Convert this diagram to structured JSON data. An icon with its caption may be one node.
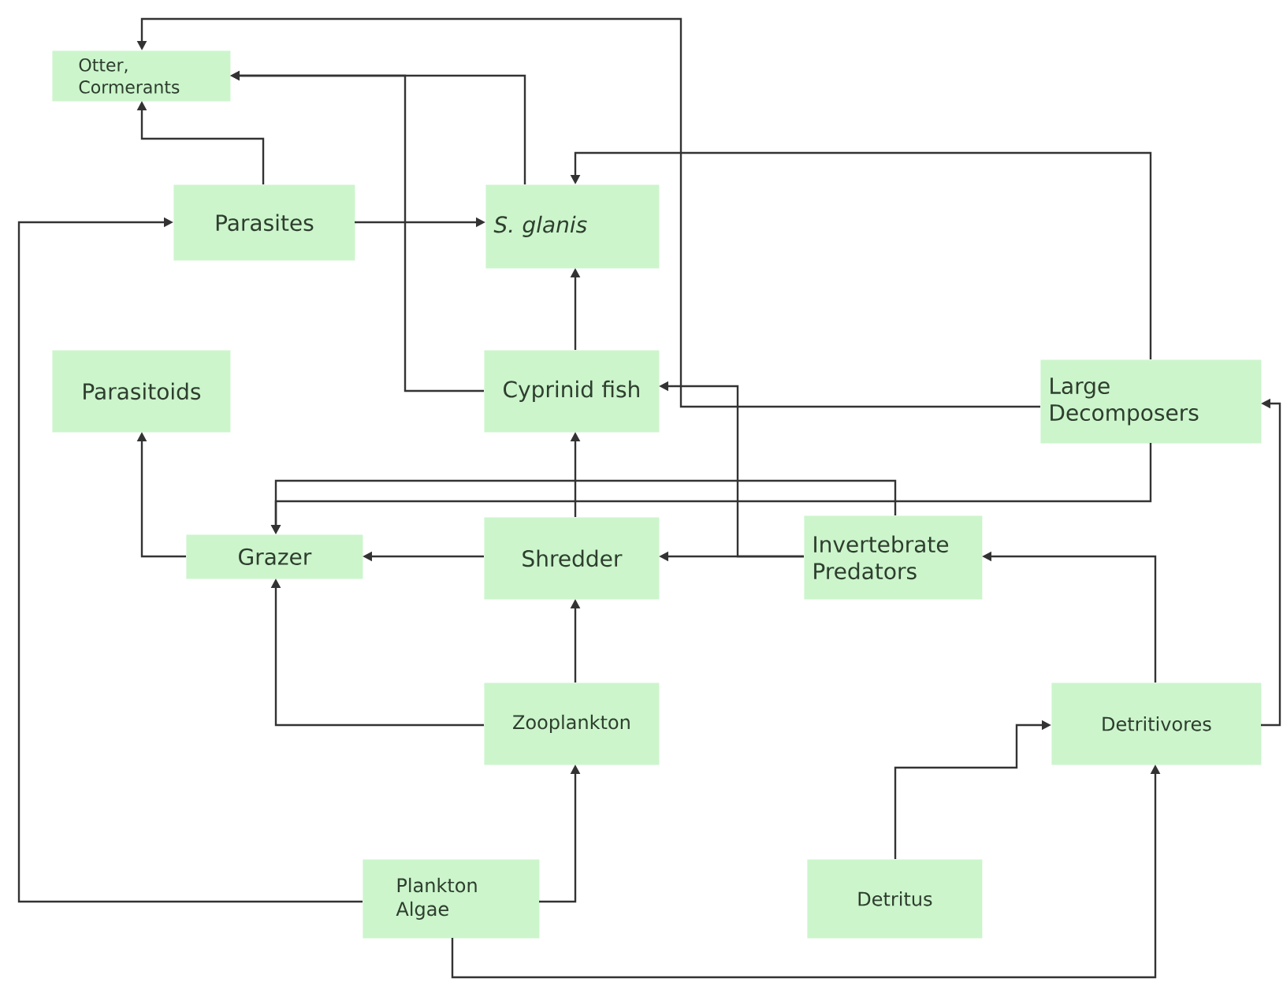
{
  "diagram": {
    "nodes": [
      {
        "text": [
          "Otter, Cormerants"
        ]
      },
      {
        "text": [
          "Parasites"
        ]
      },
      {
        "text": [
          "S. glanis"
        ]
      },
      {
        "text": [
          "Parasitoids"
        ]
      },
      {
        "text": [
          "Cyprinid fish"
        ]
      },
      {
        "text": [
          "Large Decomposers"
        ]
      },
      {
        "text": [
          "Grazer"
        ]
      },
      {
        "text": [
          "Shredder"
        ]
      },
      {
        "text": [
          "Invertebrate Predators"
        ]
      },
      {
        "text": [
          "Zooplankton"
        ]
      },
      {
        "text": [
          "Detritivores"
        ]
      },
      {
        "text": [
          "Plankton Algae"
        ]
      },
      {
        "text": [
          "Detritus"
        ]
      }
    ],
    "edges": [
      {
        "from": 1,
        "to": 0,
        "arrow": "to"
      },
      {
        "from": 1,
        "to": 2,
        "arrow": "to"
      },
      {
        "from": 2,
        "to": 0,
        "arrow": "to"
      },
      {
        "from": 4,
        "to": 0,
        "arrow": "to"
      },
      {
        "from": 4,
        "to": 2,
        "arrow": "to"
      },
      {
        "from": 5,
        "to": 0,
        "arrow": "to"
      },
      {
        "from": 5,
        "to": 2,
        "arrow": "to"
      },
      {
        "from": 5,
        "to": 6,
        "arrow": "to"
      },
      {
        "from": 8,
        "to": 6,
        "arrow": "to"
      },
      {
        "from": 8,
        "to": 4,
        "arrow": "to"
      },
      {
        "from": 8,
        "to": 7,
        "arrow": "to"
      },
      {
        "from": 7,
        "to": 6,
        "arrow": "to"
      },
      {
        "from": 7,
        "to": 4,
        "arrow": "to"
      },
      {
        "from": 6,
        "to": 3,
        "arrow": "to"
      },
      {
        "from": 9,
        "to": 7,
        "arrow": "to"
      },
      {
        "from": 9,
        "to": 6,
        "arrow": "to"
      },
      {
        "from": 11,
        "to": 9,
        "arrow": "to"
      },
      {
        "from": 11,
        "to": 1,
        "arrow": "to"
      },
      {
        "from": 11,
        "to": 10,
        "arrow": "to"
      },
      {
        "from": 12,
        "to": 10,
        "arrow": "to"
      },
      {
        "from": 10,
        "to": 8,
        "arrow": "to"
      },
      {
        "from": 10,
        "to": 5,
        "arrow": "to"
      }
    ]
  }
}
